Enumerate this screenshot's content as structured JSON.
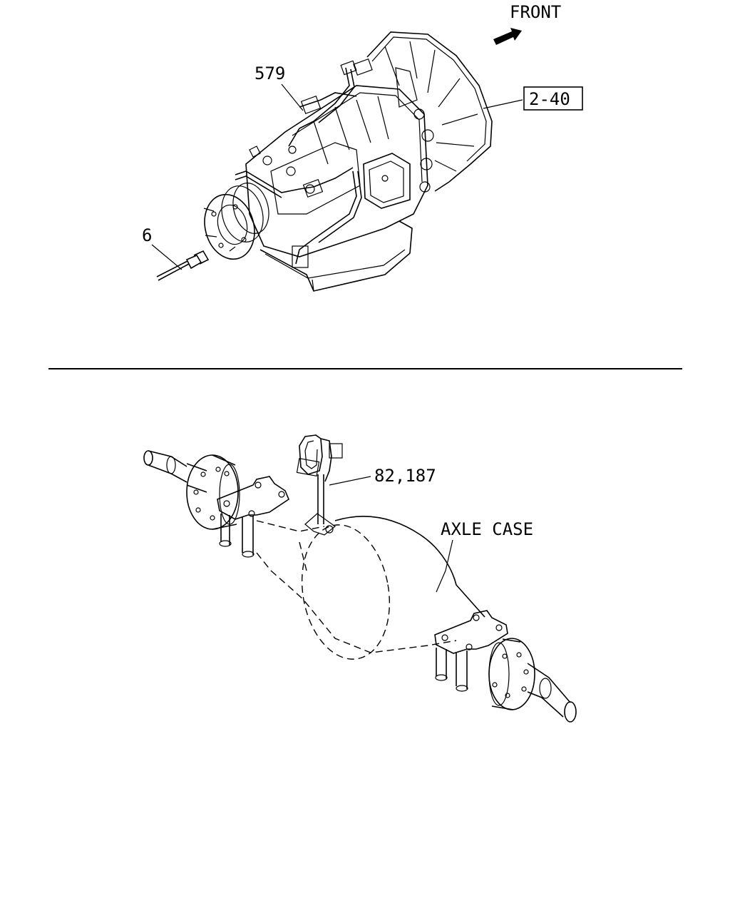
{
  "figure_top": {
    "front_label": "FRONT",
    "callouts": {
      "harness": "579",
      "sensor": "6",
      "ref_box": "2-40"
    }
  },
  "figure_bottom": {
    "callouts": {
      "axle_harness": "82,187",
      "axle_case": "AXLE CASE"
    }
  },
  "icons": {
    "direction_arrow": "front-arrow-icon"
  }
}
